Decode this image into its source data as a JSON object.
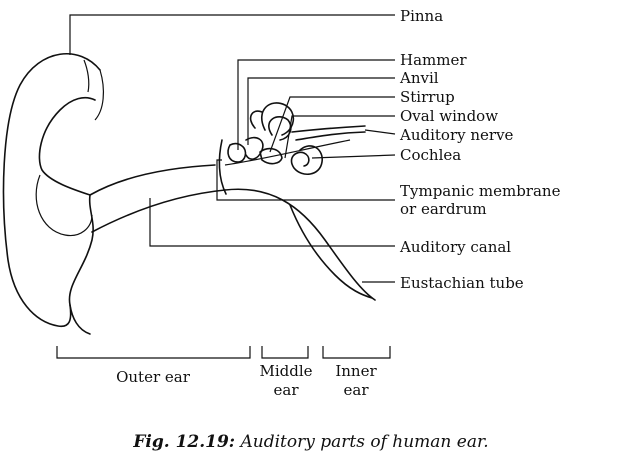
{
  "labels": {
    "pinna": "Pinna",
    "hammer": "Hammer",
    "anvil": "Anvil",
    "stirrup": "Stirrup",
    "oval_window": "Oval window",
    "auditory_nerve": "Auditory nerve",
    "cochlea": "Cochlea",
    "tympanic_line1": "Tympanic membrane",
    "tympanic_line2": "or eardrum",
    "auditory_canal": "Auditory canal",
    "eustachian_tube": "Eustachian tube"
  },
  "regions": {
    "outer": "Outer ear",
    "middle_line1": "Middle",
    "middle_line2": "ear",
    "inner_line1": "Inner",
    "inner_line2": "ear"
  },
  "caption": {
    "fig": "Fig. 12.19:",
    "text": "Auditory parts of human ear."
  }
}
